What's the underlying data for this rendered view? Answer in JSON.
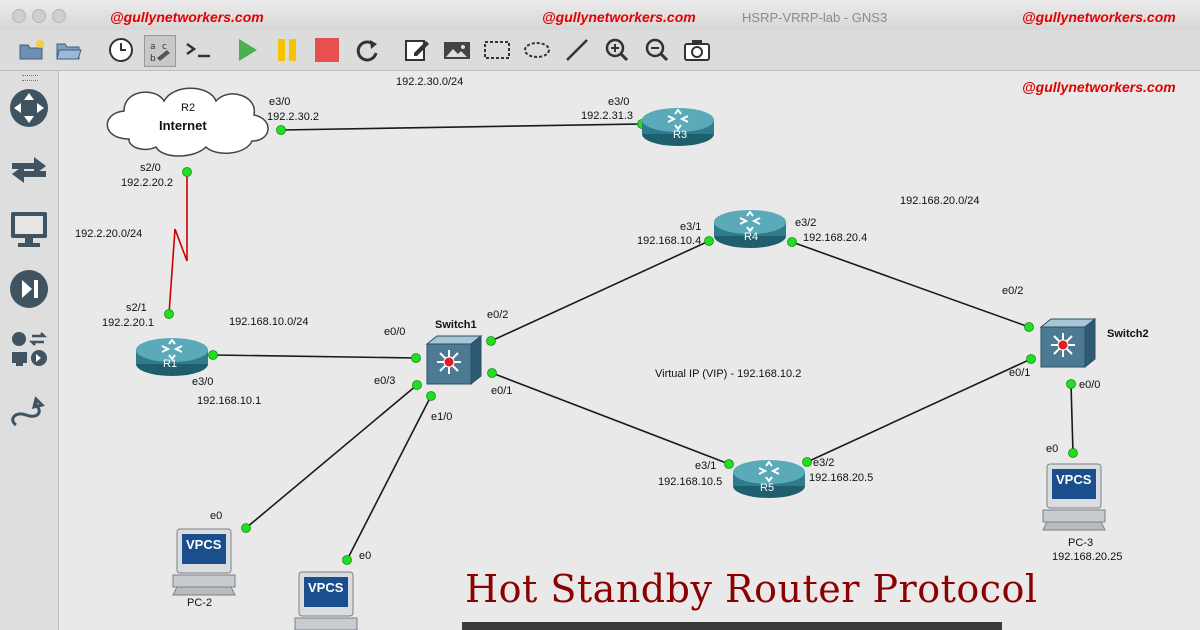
{
  "window": {
    "title": "HSRP-VRRP-lab - GNS3",
    "watermarks": [
      "@gullynetworkers.com",
      "@gullynetworkers.com",
      "@gullynetworkers.com",
      "@gullynetworkers.com"
    ]
  },
  "toolbar": {
    "buttons": [
      "open-project-icon",
      "open-folder-icon",
      "snapshot-clock-icon",
      "show-interface-labels-icon",
      "console-all-icon",
      "start-all-icon",
      "suspend-all-icon",
      "stop-all-icon",
      "reload-all-icon",
      "add-note-icon",
      "insert-picture-icon",
      "draw-rectangle-icon",
      "draw-ellipse-icon",
      "draw-line-icon",
      "zoom-in-icon",
      "zoom-out-icon",
      "screenshot-icon"
    ],
    "colors": {
      "start": "#4caf50",
      "suspend": "#f5c400",
      "stop": "#e85050"
    }
  },
  "sidebar": {
    "items": [
      "routers-icon",
      "switches-icon",
      "end-devices-icon",
      "security-devices-icon",
      "all-devices-icon",
      "add-link-icon"
    ]
  },
  "topology": {
    "nodes": {
      "r2": {
        "name": "R2",
        "subtitle": "Internet"
      },
      "r3": {
        "name": "R3"
      },
      "r1": {
        "name": "R1"
      },
      "r4": {
        "name": "R4"
      },
      "r5": {
        "name": "R5"
      },
      "switch1": {
        "name": "Switch1"
      },
      "switch2": {
        "name": "Switch2"
      },
      "pc2": {
        "name": "PC-2",
        "badge": "VPCS"
      },
      "pc1": {
        "badge": "VPCS"
      },
      "pc3": {
        "name": "PC-3",
        "badge": "VPCS",
        "ip": "192.168.20.25"
      }
    },
    "networks": {
      "n1": "192.2.30.0/24",
      "n2": "192.2.20.0/24",
      "n3": "192.168.10.0/24",
      "n4": "192.168.20.0/24",
      "vip": "Virtual IP (VIP) - 192.168.10.2"
    },
    "interfaces": {
      "r2_e30": "e3/0",
      "r2_e30_ip": "192.2.30.2",
      "r3_e30": "e3/0",
      "r3_e30_ip": "192.2.31.3",
      "r2_s20": "s2/0",
      "r2_s20_ip": "192.2.20.2",
      "r1_s21": "s2/1",
      "r1_s21_ip": "192.2.20.1",
      "r1_e30": "e3/0",
      "r1_e30_ip": "192.168.10.1",
      "sw1_e00": "e0/0",
      "sw1_e03": "e0/3",
      "sw1_e10": "e1/0",
      "sw1_e02": "e0/2",
      "sw1_e01": "e0/1",
      "r4_e31": "e3/1",
      "r4_e31_ip": "192.168.10.4",
      "r4_e32": "e3/2",
      "r4_e32_ip": "192.168.20.4",
      "r5_e31": "e3/1",
      "r5_e31_ip": "192.168.10.5",
      "r5_e32": "e3/2",
      "r5_e32_ip": "192.168.20.5",
      "sw2_e02": "e0/2",
      "sw2_e01": "e0/1",
      "sw2_e00": "e0/0",
      "pc2_e0": "e0",
      "pc1_e0": "e0",
      "pc3_e0": "e0"
    },
    "link_color": "#1a1a1a",
    "port_color": "#22dd22",
    "serial_link_color": "#cc0000"
  },
  "banner": {
    "title": "Hot Standby Router Protocol"
  }
}
